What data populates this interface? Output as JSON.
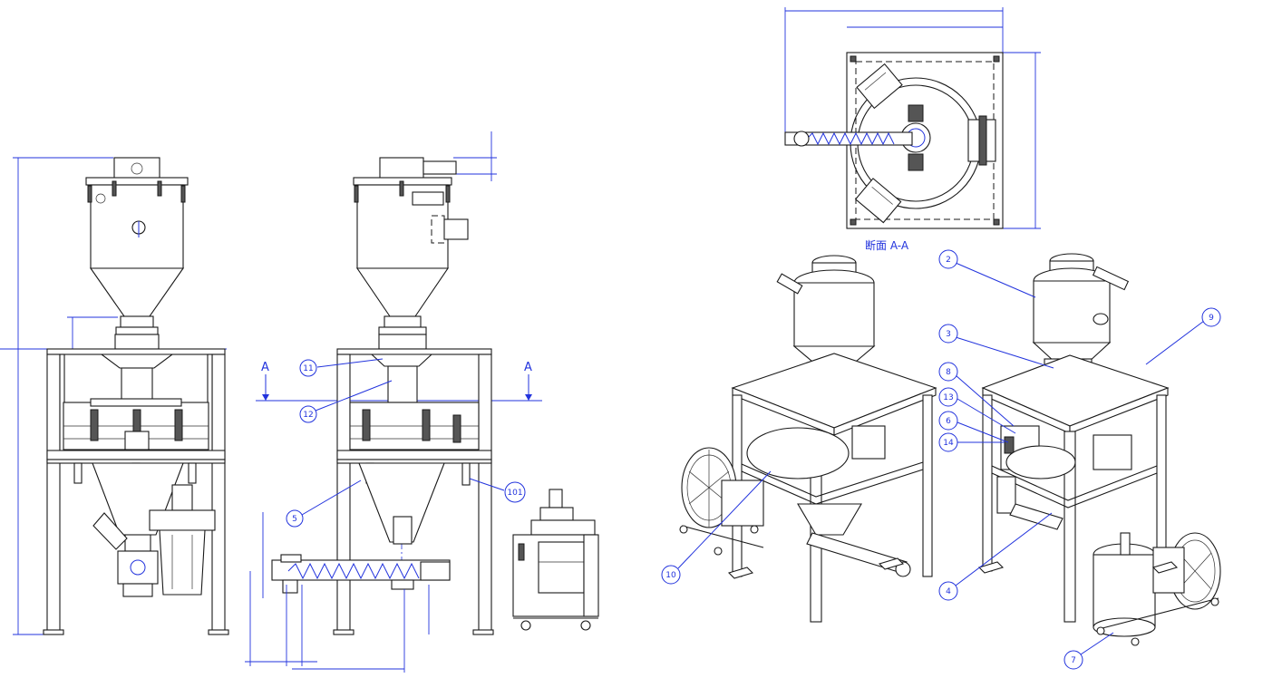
{
  "drawing": {
    "section_label": "断面 A-A",
    "section_marks": [
      "A",
      "A"
    ],
    "callouts_front": [
      "11",
      "12",
      "5",
      "101"
    ],
    "callouts_iso": [
      "2",
      "3",
      "9",
      "8",
      "13",
      "6",
      "14",
      "10",
      "4",
      "7"
    ]
  }
}
